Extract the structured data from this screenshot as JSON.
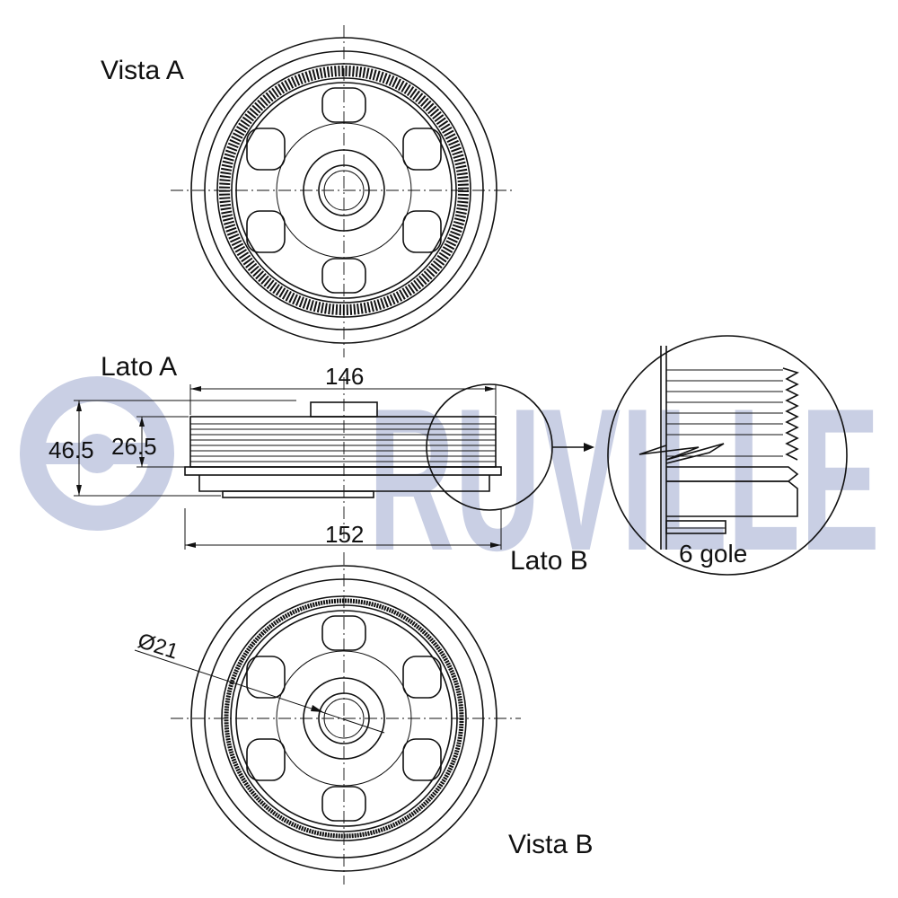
{
  "watermark": {
    "text": "RUVILLE",
    "color": "#c9cfe4"
  },
  "labels": {
    "view_a": "Vista A",
    "side_a": "Lato A",
    "side_b": "Lato B",
    "view_b": "Vista B",
    "grooves": "6 gole"
  },
  "dimensions": {
    "top_width": "146",
    "bottom_width": "152",
    "outer_height": "46.5",
    "inner_height": "26.5",
    "bore_diameter": "Ø21"
  },
  "colors": {
    "line": "#111111",
    "watermark": "#c9cfe4"
  }
}
